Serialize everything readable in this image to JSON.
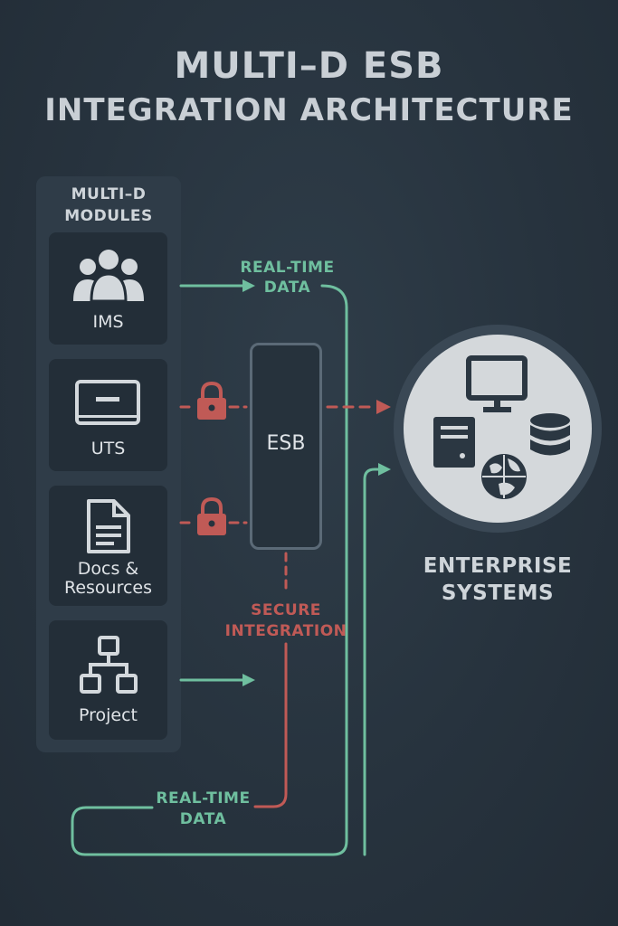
{
  "title": {
    "line1": "MULTI–D ESB",
    "line2": "INTEGRATION ARCHITECTURE"
  },
  "modules_panel": {
    "title_line1": "MULTI–D",
    "title_line2": "MODULES",
    "modules": [
      {
        "label": "IMS",
        "icon": "users-icon"
      },
      {
        "label": "UTS",
        "icon": "monitor-icon"
      },
      {
        "label_line1": "Docs &",
        "label_line2": "Resources",
        "icon": "document-icon"
      },
      {
        "label": "Project",
        "icon": "hierarchy-icon"
      }
    ]
  },
  "esb": {
    "label": "ESB"
  },
  "flows": {
    "top_label_line1": "REAL-TIME",
    "top_label_line2": "DATA",
    "secure_line1": "SECURE",
    "secure_line2": "INTEGRATION",
    "bottom_label_line1": "REAL-TIME",
    "bottom_label_line2": "DATA"
  },
  "enterprise": {
    "label_line1": "ENTERPRISE",
    "label_line2": "SYSTEMS",
    "icons": [
      "desktop-icon",
      "server-icon",
      "database-icon",
      "globe-icon"
    ]
  },
  "colors": {
    "background": "#27333e",
    "realtime_flow": "#6fbf9f",
    "secure_flow": "#c05a56",
    "panel": "#2f3c48",
    "card": "#232e38"
  }
}
